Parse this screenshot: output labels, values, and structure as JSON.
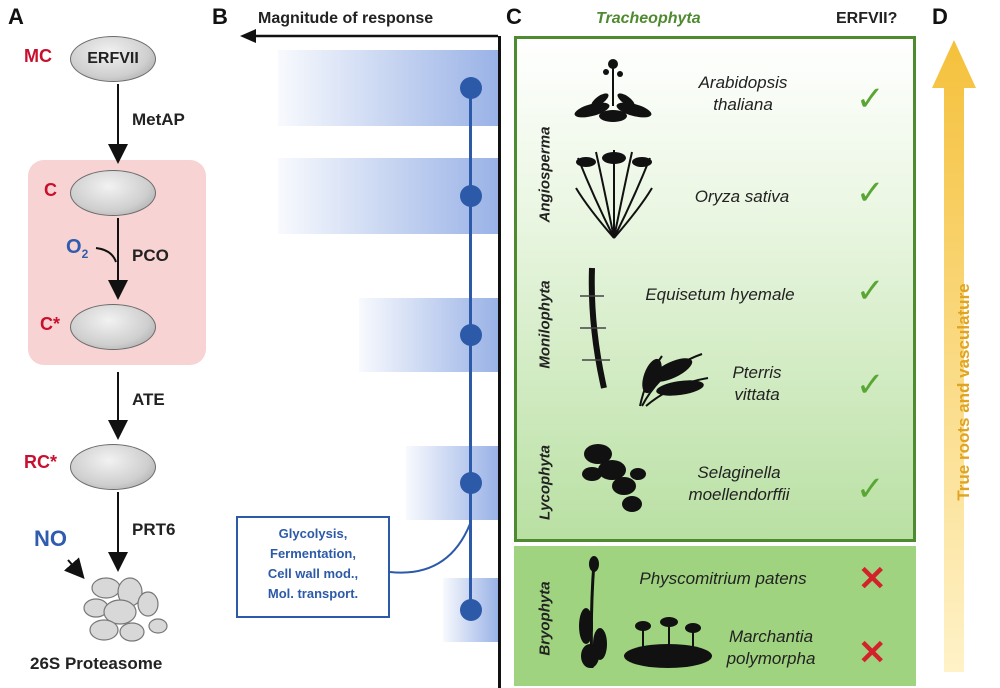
{
  "panels": {
    "a": "A",
    "b": "B",
    "c": "C",
    "d": "D"
  },
  "panel_a": {
    "mc_label": "MC",
    "erfvii_label": "ERFVII",
    "metap_label": "MetAP",
    "c_label": "C",
    "o2_label": "O",
    "o2_sub": "2",
    "pco_label": "PCO",
    "cstar_label": "C*",
    "ate_label": "ATE",
    "rcstar_label": "RC*",
    "prt6_label": "PRT6",
    "no_label": "NO",
    "proteasome_label": "26S Proteasome"
  },
  "panel_b": {
    "axis_label": "Magnitude of response",
    "callout": [
      "Glycolysis,",
      "Fermentation,",
      "Cell wall mod.,",
      "Mol. transport."
    ],
    "bars": [
      {
        "magnitude": 1.0
      },
      {
        "magnitude": 1.0
      },
      {
        "magnitude": 0.63
      },
      {
        "magnitude": 0.42
      },
      {
        "magnitude": 0.25
      }
    ]
  },
  "panel_c": {
    "title": "Tracheophyta",
    "column_header": "ERFVII?",
    "groups": [
      "Angiosperma",
      "Monilophyta",
      "Lycophyta",
      "Bryophyta"
    ],
    "species": [
      {
        "line1": "Arabidopsis",
        "line2": "thaliana",
        "erfvii": "✓"
      },
      {
        "line1": "Oryza sativa",
        "line2": "",
        "erfvii": "✓"
      },
      {
        "line1": "Equisetum hyemale",
        "line2": "",
        "erfvii": "✓"
      },
      {
        "line1": "Pterris",
        "line2": "vittata",
        "erfvii": "✓"
      },
      {
        "line1": "Selaginella",
        "line2": "moellendorffii",
        "erfvii": "✓"
      },
      {
        "line1": "Physcomitrium patens",
        "line2": "",
        "erfvii": "✕"
      },
      {
        "line1": "Marchantia",
        "line2": "polymorpha",
        "erfvii": "✕"
      }
    ]
  },
  "panel_d": {
    "label": "True roots and vasculature"
  },
  "colors": {
    "red": "#c8102e",
    "blue": "#2f5cae",
    "green_border": "#4e8a2f",
    "check_green": "#5aa634",
    "cross_red": "#d2232a",
    "arrow_yellow": "#f5c13c",
    "pink": "#f8d3d3"
  }
}
